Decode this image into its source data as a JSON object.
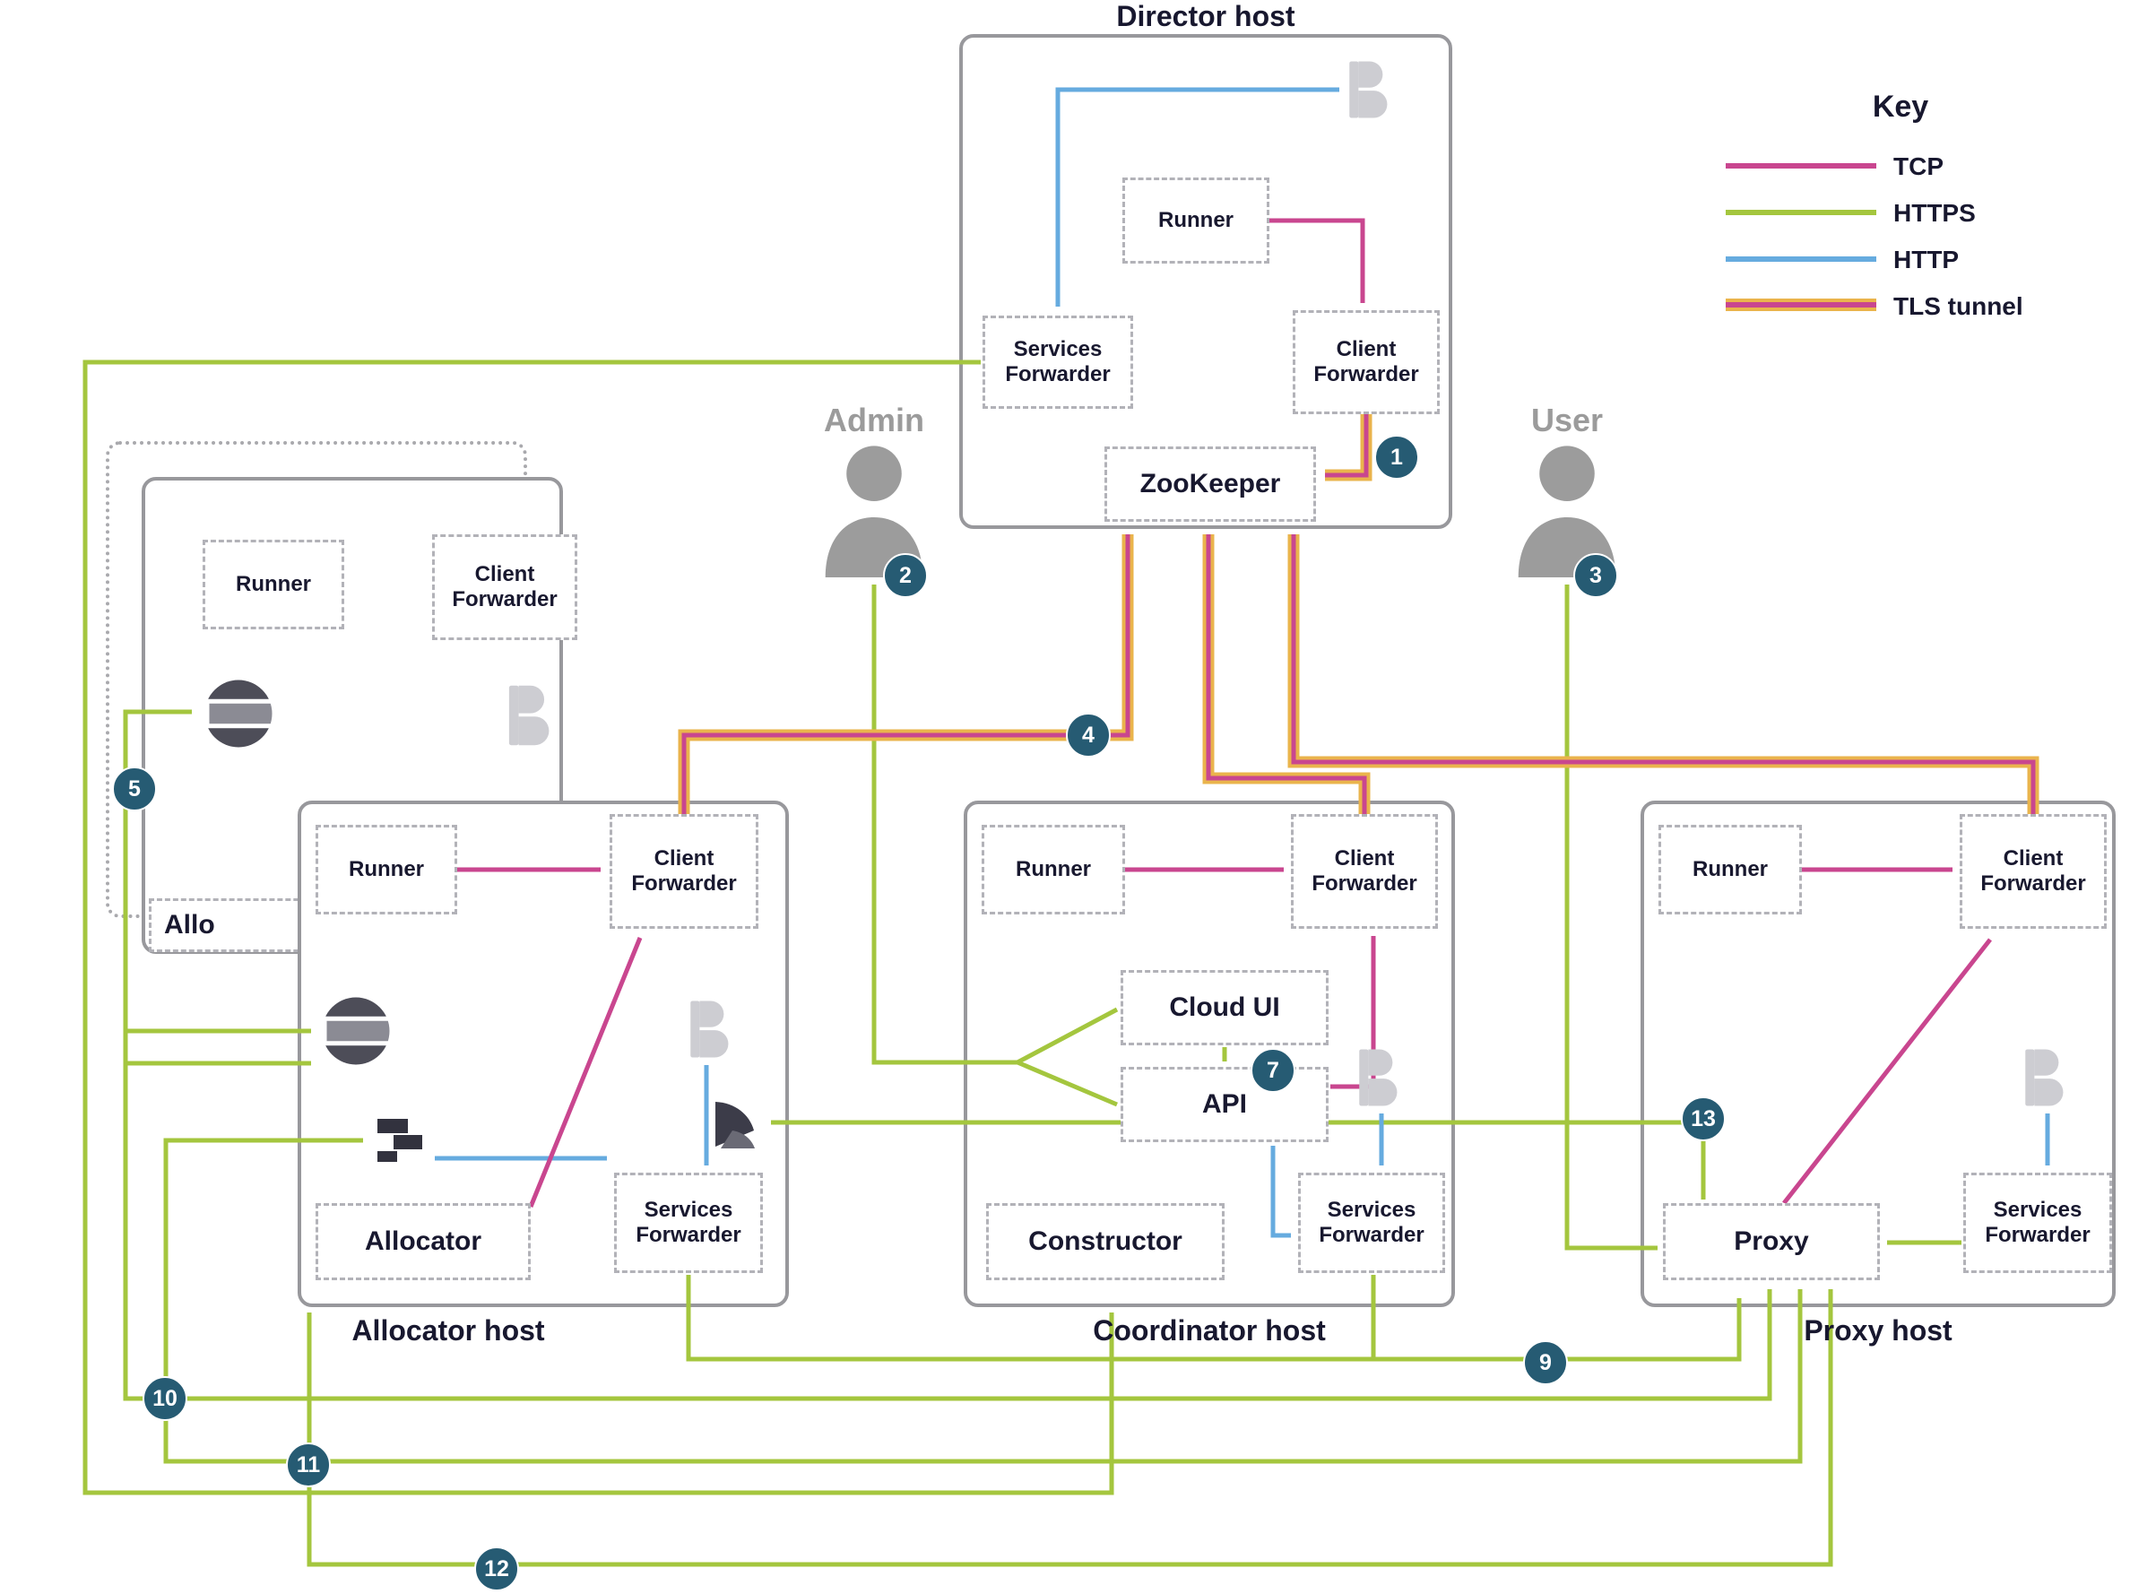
{
  "legend": {
    "title": "Key",
    "items": [
      {
        "label": "TCP",
        "type": "tcp",
        "color": "#c9468f"
      },
      {
        "label": "HTTPS",
        "type": "https",
        "color": "#a4c63e"
      },
      {
        "label": "HTTP",
        "type": "http",
        "color": "#66abdf"
      },
      {
        "label": "TLS tunnel",
        "type": "tls",
        "color": "#c9468f",
        "outline_color": "#eab44c"
      }
    ]
  },
  "actors": {
    "admin": {
      "label": "Admin"
    },
    "user": {
      "label": "User"
    }
  },
  "hosts": {
    "director": {
      "title": "Director host",
      "runner": "Runner",
      "services_forwarder": "Services Forwarder",
      "client_forwarder": "Client Forwarder",
      "zookeeper": "ZooKeeper"
    },
    "allocator_background": {
      "runner": "Runner",
      "client_forwarder": "Client Forwarder",
      "clipped_label": "Allo"
    },
    "allocator": {
      "title": "Allocator host",
      "runner": "Runner",
      "client_forwarder": "Client Forwarder",
      "services_forwarder": "Services Forwarder",
      "allocator": "Allocator"
    },
    "coordinator": {
      "title": "Coordinator host",
      "runner": "Runner",
      "client_forwarder": "Client Forwarder",
      "cloud_ui": "Cloud UI",
      "api": "API",
      "services_forwarder": "Services Forwarder",
      "constructor_label": "Constructor"
    },
    "proxy": {
      "title": "Proxy host",
      "runner": "Runner",
      "client_forwarder": "Client Forwarder",
      "proxy": "Proxy",
      "services_forwarder": "Services Forwarder"
    }
  },
  "badges": {
    "b1": "1",
    "b2": "2",
    "b3": "3",
    "b4": "4",
    "b5": "5",
    "b7": "7",
    "b9": "9",
    "b10": "10",
    "b11": "11",
    "b12": "12",
    "b13": "13"
  },
  "colors": {
    "tcp": "#c9468f",
    "https": "#a4c63e",
    "http": "#66abdf",
    "tls_outline": "#eab44c",
    "badge_bg": "#265b73",
    "host_border": "#98989c"
  },
  "icons": {
    "beats": "stylized-B-logo",
    "elasticsearch": "segmented-sphere-logo",
    "kibana": "sail-logo",
    "app": "pixel-glyph-logo",
    "person": "person-silhouette"
  }
}
